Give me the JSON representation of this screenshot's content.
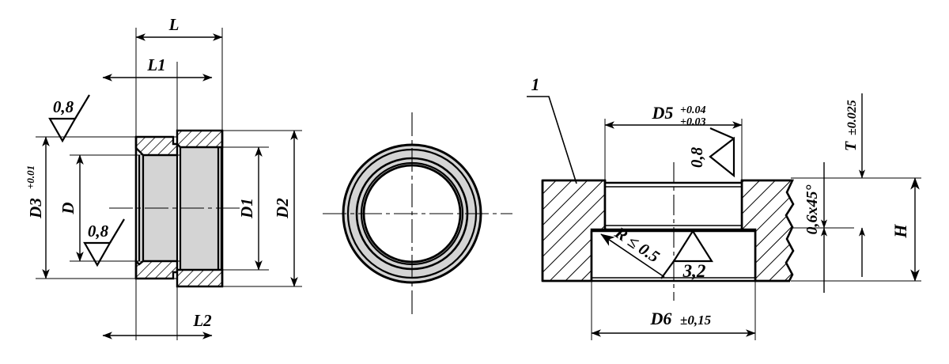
{
  "drawing": {
    "type": "engineering-drawing",
    "title": "Bushing technical drawing - three views",
    "background": "#ffffff",
    "line_color": "#000000",
    "fill_gray": "#d4d4d4",
    "fill_white": "#ffffff"
  },
  "view_left": {
    "name": "sectional-side-view",
    "dimensions": {
      "L": "L",
      "L1": "L1",
      "L2": "L2",
      "D": "D",
      "D1": "D1",
      "D2": "D2",
      "D3": "D3",
      "D3_tolerance": "+0.01"
    },
    "surface_finishes": [
      {
        "value": "0,8",
        "position": "top-outer"
      },
      {
        "value": "0,8",
        "position": "inner-bore"
      }
    ]
  },
  "view_center": {
    "name": "front-circular-view",
    "description": "concentric circles end view"
  },
  "view_right": {
    "name": "mounting-section-view",
    "balloon": "1",
    "dimensions": {
      "D5": "D5",
      "D5_tolerance_upper": "+0.04",
      "D5_tolerance_lower": "+0.03",
      "D6": "D6",
      "D6_tolerance": "±0,15",
      "H": "H",
      "T": "T",
      "T_tolerance": "±0.025",
      "chamfer": "0,6x45°",
      "radius": "R ≤ 0.5"
    },
    "surface_finishes": [
      {
        "value": "0,8",
        "position": "bore-wall"
      },
      {
        "value": "3,2",
        "position": "counterbore-face"
      }
    ]
  }
}
